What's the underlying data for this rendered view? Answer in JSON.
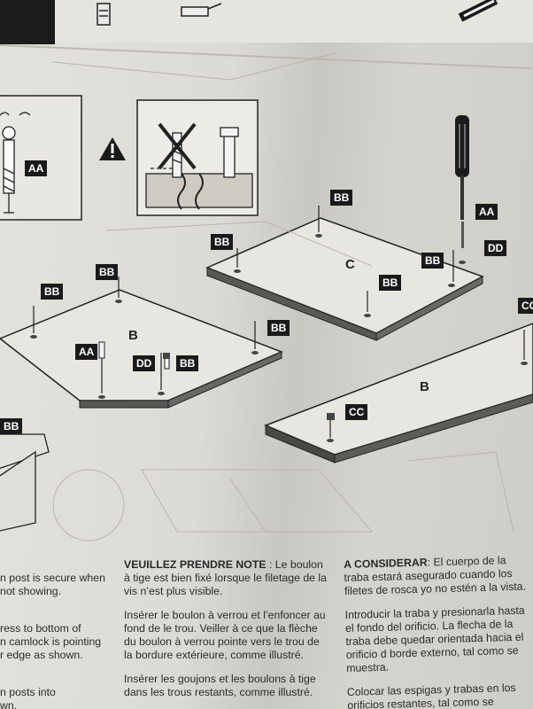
{
  "labels": {
    "aa": "AA",
    "bb": "BB",
    "cc": "CC",
    "dd": "DD"
  },
  "panels": {
    "b": "B",
    "c": "C"
  },
  "text_english": {
    "p1": "n post is secure when\n not showing.",
    "p2": "ress to bottom of\nn camlock is pointing\nr edge as shown.",
    "p3": "n posts into\nwn."
  },
  "text_french": {
    "heading": "VEUILLEZ PRENDRE NOTE",
    "heading_rest": " : Le boulon à tige est bien fixé lorsque le filetage de la vis n’est plus visible.",
    "p2": "Insérer le boulon à verrou et l’enfoncer au fond de le trou. Veiller à ce que la flèche du boulon à verrou pointe vers le trou de la bordure extérieure, comme illustré.",
    "p3": "Insérer les goujons et les boulons à tige dans les trous restants, comme illustré."
  },
  "text_spanish": {
    "heading": "A CONSIDERAR",
    "heading_rest": ": El cuerpo de la traba estará asegurado cuando los filetes de rosca yo no estén a la vista.",
    "p2": "Introducir la traba y presionarla hasta el fondo del orificio. La flecha de la traba debe quedar orientada hacia el orificio d borde externo, tal como se muestra.",
    "p3": "Colocar las espigas y trabas en los orificios restantes, tal como se muestra."
  }
}
